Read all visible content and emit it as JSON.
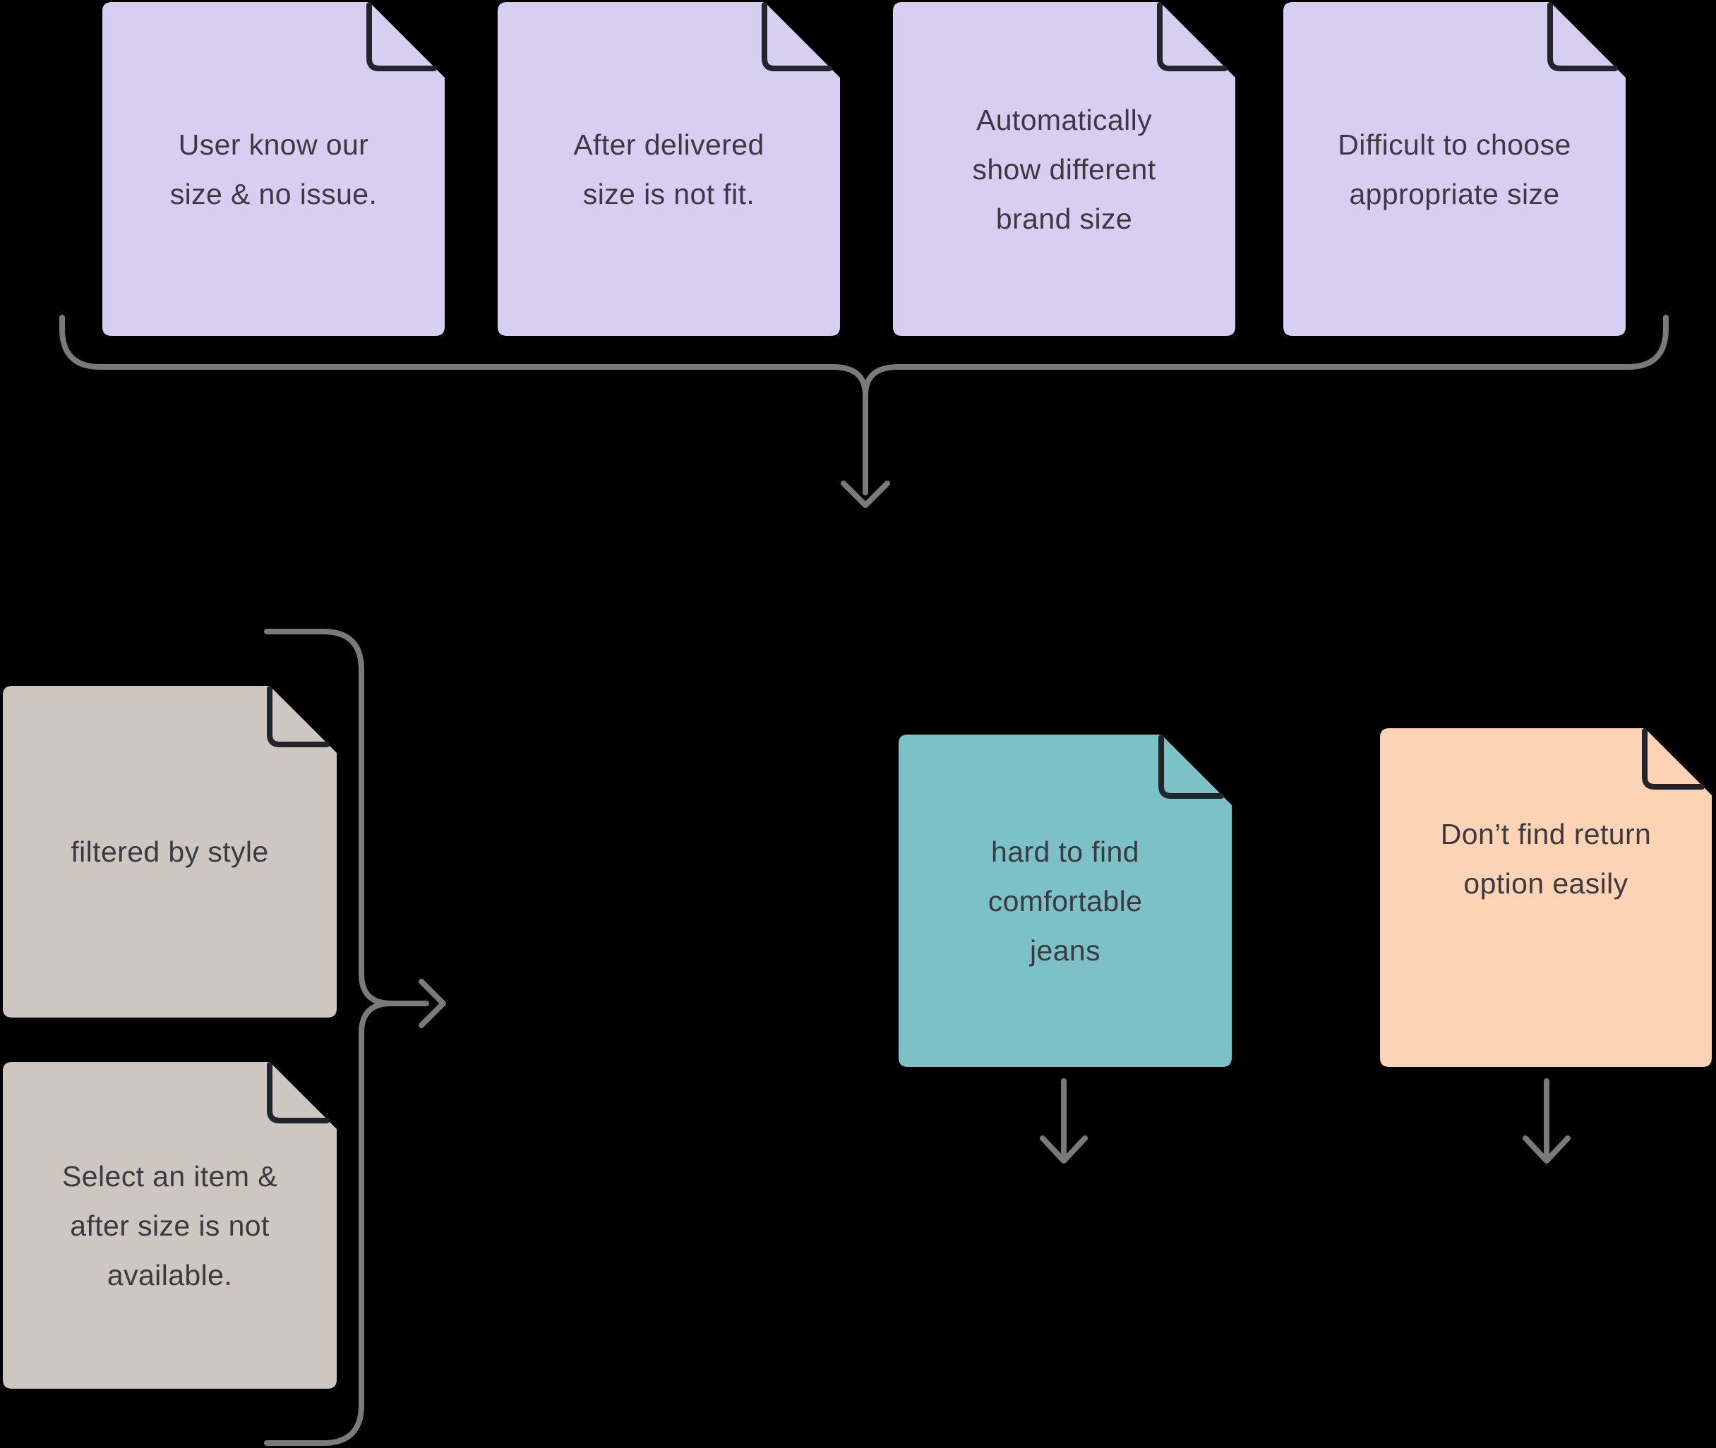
{
  "board": {
    "background": "#000000",
    "connector_color": "#7a7a7a",
    "fold_stroke_color": "#23232b",
    "text_color": "#3b3a41"
  },
  "notes": {
    "n1": {
      "text": "User know our\nsize & no issue.",
      "color": "#d7cff2"
    },
    "n2": {
      "text": "After delivered\nsize is not fit.",
      "color": "#d7cff2"
    },
    "n3": {
      "text": "Automatically\nshow different\nbrand size",
      "color": "#d7cff2"
    },
    "n4": {
      "text": "Difficult to choose\nappropriate size",
      "color": "#d7cff2"
    },
    "n5": {
      "text": "filtered by style",
      "color": "#cec7c1"
    },
    "n6": {
      "text": "Select an item &\nafter size is not\navailable.",
      "color": "#cec7c1"
    },
    "n7": {
      "text": "hard to find\ncomfortable\njeans",
      "color": "#7bc1c6"
    },
    "n8": {
      "text": "Don’t find return\noption easily",
      "color": "#fcd3b5"
    }
  }
}
